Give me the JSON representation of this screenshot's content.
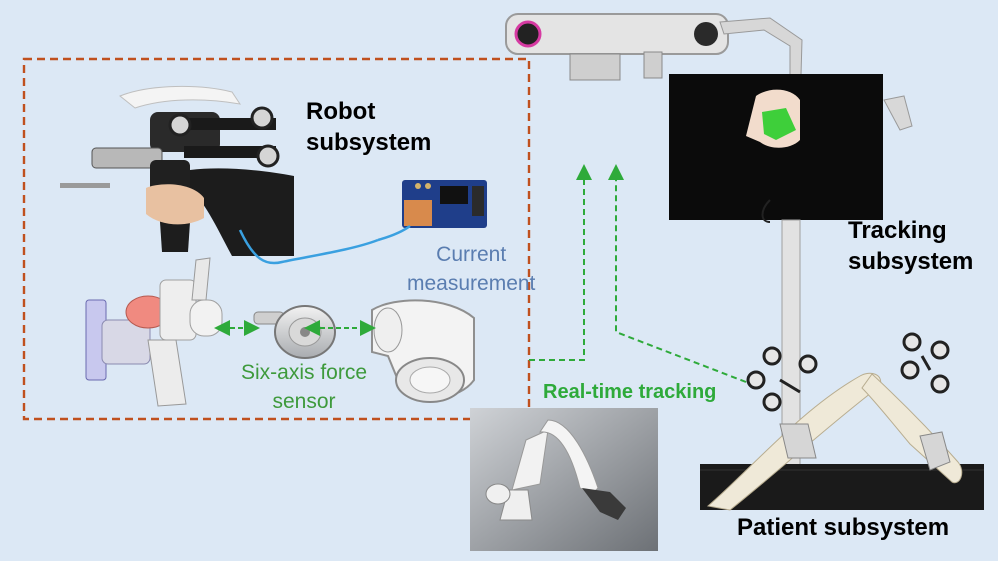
{
  "labels": {
    "robot_line1": "Robot",
    "robot_line2": "subsystem",
    "tracking_line1": "Tracking",
    "tracking_line2": "subsystem",
    "patient": "Patient subsystem",
    "current_line1": "Current",
    "current_line2": "measurement",
    "force_line1": "Six-axis force",
    "force_line2": "sensor",
    "realtime": "Real-time tracking"
  },
  "colors": {
    "background": "#dce8f5",
    "robot_box_border": "#c0501e",
    "tracking_arrow": "#2eaa3a",
    "current_text": "#5a7db0",
    "force_text": "#3e9a3c",
    "cable": "#3aa0e0"
  },
  "icons": {
    "robot_handpiece": "handheld-robot-photo",
    "circuit_board": "current-sensor-board-icon",
    "force_sensor": "six-axis-force-sensor-icon",
    "robot_arm": "robot-arm-photo",
    "camera": "optical-tracking-camera-icon",
    "monitor": "navigation-monitor-icon",
    "bone_model": "bone-phantom-icon"
  }
}
